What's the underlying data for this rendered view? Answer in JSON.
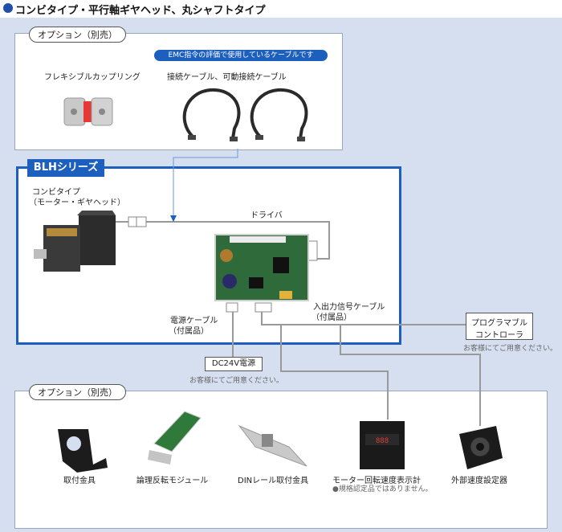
{
  "title": "コンビタイプ・平行軸ギヤヘッド、丸シャフトタイプ",
  "top_option": {
    "label": "オプション（別売）",
    "emc_note": "EMC指令の評価で使用しているケーブルです",
    "coupling_label": "フレキシブルカップリング",
    "cable_label": "接続ケーブル、可動接続ケーブル"
  },
  "blh": {
    "tab": "BLHシリーズ",
    "motor_label_1": "コンビタイプ",
    "motor_label_2": "（モーター・ギヤヘッド）",
    "driver_label": "ドライバ",
    "power_cable_1": "電源ケーブル",
    "power_cable_2": "（付属品）",
    "io_cable_1": "入出力信号ケーブル",
    "io_cable_2": "（付属品）"
  },
  "programmable": {
    "line1": "プログラマブル",
    "line2": "コントローラ",
    "note": "お客様にてご用意ください。"
  },
  "power_supply": {
    "label": "DC24V電源",
    "note": "お客様にてご用意ください。"
  },
  "bottom_option": {
    "label": "オプション（別売）",
    "items": [
      "取付金具",
      "論理反転モジュール",
      "DINレール取付金具",
      "モーター回転速度表示計",
      "外部速度設定器"
    ],
    "speed_meter_note": "●規格認定品ではありません。"
  },
  "colors": {
    "accent": "#1d5fbf",
    "background": "#d6dff0",
    "connector_line": "#999999"
  }
}
